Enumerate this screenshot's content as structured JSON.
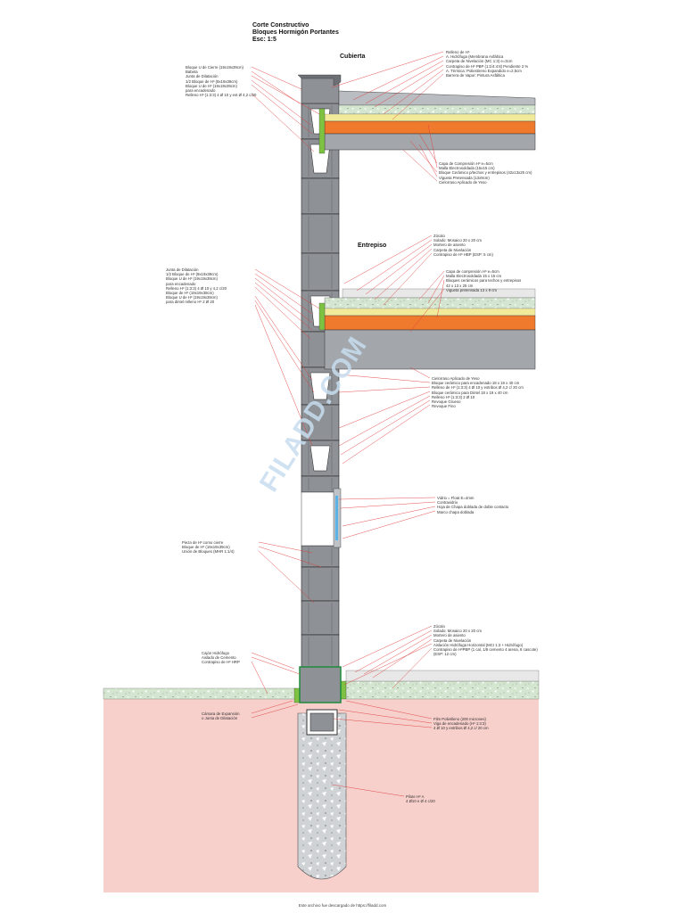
{
  "title": {
    "line1": "Corte Constructivo",
    "line2": "Bloques Hormigón Portantes",
    "line3": "Esc: 1:5"
  },
  "sections": {
    "cubierta": "Cubierta",
    "entrepiso": "Entrepiso"
  },
  "labels": {
    "roof_right": [
      "Relleno de Hº",
      "A. Hidrófuga (Membrana Asfáltica",
      "Carpeta de Nivelación (MC 1:3) e=3cm",
      "Contrapiso de Hº PBP (1:1/4:4:8) Pendiente 2 %",
      "A. Térmica: Poliestireno Expandido e=2,5cm",
      "Barrera de Vapor: Pintura Asfáltica"
    ],
    "roof_left": [
      "Bloque U de Cierre (19x19x39cm)",
      "Babeta",
      "Junta de Dilatación",
      "1/2 Bloque de Hº (9x19x39cm)",
      "Bloque U de Hº (19x19x39cm)",
      "para encadenado",
      "Relleno Hº (1:3:3) 4 Ø 10 y est Ø 4,2 c/20"
    ],
    "roof_slab": [
      "Capa de Compresión Hº e=5cm",
      "Malla Electrosoldada (15x15 cm)",
      "Bloque Cerámico p/techos y entrepisos (42x13x25 cm)",
      "Vigueta Pretensada (13x9cm)",
      "Cielorraso Aplicado de Yeso"
    ],
    "floor_finish_upper": [
      "Zócalo",
      "Solado: Mosaico 20 x 20 cm",
      "Mortero de asiento",
      "Carpeta de Nivelación",
      "Contrapiso de Hº HBP (ESP: 5 cm)"
    ],
    "floor_slab_upper": [
      "Capa de compresión Hº e=5cm",
      "Malla Electrosoldada 15 x 15 cm",
      "Bloques cerámicos para techos y entrepisos",
      "42 x 13 x 25 cm",
      "Vigueta pretensada 13 x 9 cm"
    ],
    "mid_left": [
      "Junta de Dilatación",
      "1/2 Bloque de Hº (9x19x39cm)",
      "Bloque U de Hº (19x19x39cm)",
      "para encadenado",
      "Relleno Hº (1:3:3) 4 Ø 10 y 4,2 c/20",
      "Bloque de Hº (19x19x39cm)",
      "Bloque U de Hº (19x19x39cm)",
      "para dintel relleno Hº 2 Ø 20"
    ],
    "mid_right": [
      "Cielorraso Aplicado de Yeso",
      "Bloque cerámico para encadenado 18 x 19 x 40 cm",
      "Relleno de Hº (1:3:3) 4 Ø 10 y estribos Ø 4,2 c/ 20 cm",
      "Bloque cerámico para Dintel 18 x 19 x 40 cm",
      "Relleno Hº (1:3:3) 2 Ø 10",
      "Revoque Grueso",
      "Revoque Fino"
    ],
    "window": [
      "Vidrio = Float E=4mm",
      "Contravidrio",
      "Hoja de Chapa doblada de doble contacto",
      "Marco chapa doblada"
    ],
    "lower_left": [
      "Pieza de Hº como cierre",
      "Bloque de Hº (19x19x39cm)",
      "Unión de Bloques (MHR 1:1/4)"
    ],
    "ground_left": [
      "Cajón Hidrófugo",
      "Aislado de Cemento",
      "Contrapiso de Hº HRP"
    ],
    "joint_left": [
      "Cámara de Expansión",
      "o Junta de Dilatación"
    ],
    "floor_finish_lower": [
      "Zócalo",
      "Solado: Mosaico 20 x 20 cm",
      "Mortero de asiento",
      "Carpeta de Nivelación",
      "Aislación Hidrófuga Horizontal (MCI 1:3 + Hidrófugo)",
      "Contrapiso de HºPBP (1 cal, 1/8 cemento 4 arena, 8 cascote)",
      "(ESP: 12 cm)"
    ],
    "foundation": [
      "Film Polietileno (200 micrones)",
      "Viga de encadenado (Hº 1:3:3)",
      "4 Ø 10 y estribos Ø 4,2 c/ 20 cm"
    ],
    "pile": [
      "Pilote Hº A",
      "4 Ø10 e Ø 4 c/20"
    ]
  },
  "watermark": "FILADD.COM",
  "footer": "Este archivo fue descargado de https://filadd.com",
  "colors": {
    "block": "#8e9196",
    "block_dark": "#5d6066",
    "concrete": "#d4e6cf",
    "insulation": "#f0ea9a",
    "ceramic": "#ef7a2e",
    "green_joint": "#7ec242",
    "leader": "#e03c3c",
    "soil": "#f7cfcb",
    "slab_grey": "#a3a6aa"
  }
}
